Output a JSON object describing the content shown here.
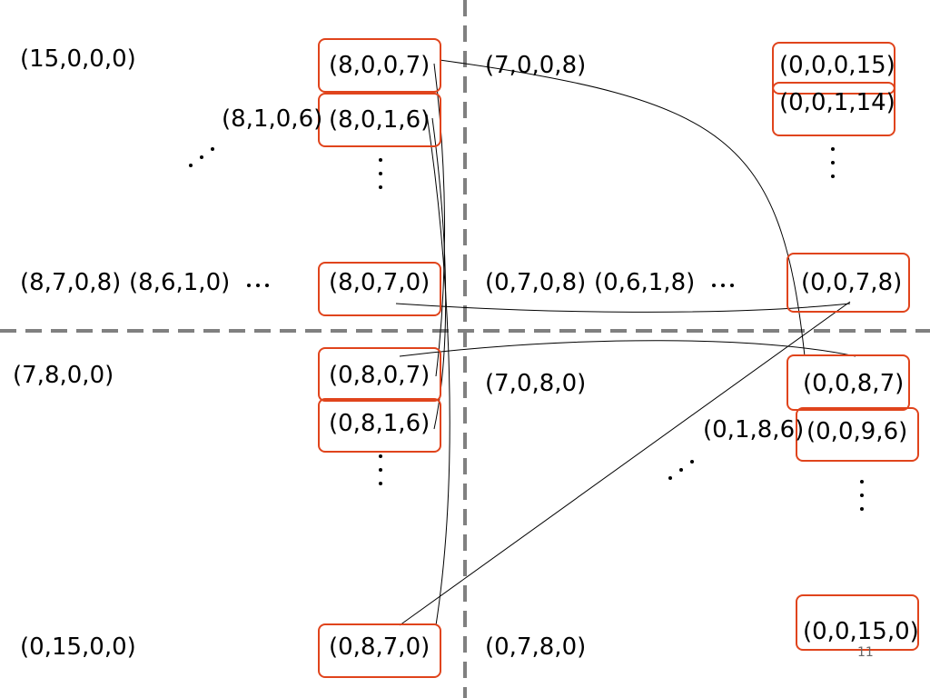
{
  "labels": {
    "q1_corner": "(15,0,0,0)",
    "q1_top": "(8,0,0,7)",
    "q1_second": "(8,0,1,6)",
    "q1_side": "(8,1,0,6)",
    "q1_mid": "(8,0,7,0)",
    "q1_row_a": "(8,7,0,8)",
    "q1_row_b": "(8,6,1,0)",
    "q2_corner": "(7,0,0,8)",
    "q2_top": "(0,0,0,15)",
    "q2_second": "(0,0,1,14)",
    "q2_row_a": "(0,7,0,8)",
    "q2_row_b": "(0,6,1,8)",
    "q2_mid": "(0,0,7,8)",
    "q3_corner": "(7,8,0,0)",
    "q3_top": "(0,8,0,7)",
    "q3_second": "(0,8,1,6)",
    "q3_bottom_corner": "(0,15,0,0)",
    "q3_bottom": "(0,8,7,0)",
    "q4_corner": "(7,0,8,0)",
    "q4_top": "(0,0,8,7)",
    "q4_side": "(0,1,8,6)",
    "q4_second": "(0,0,9,6)",
    "q4_bottom_corner": "(0,7,8,0)",
    "q4_bottom": "(0,0,15,0)"
  },
  "page_number": "11",
  "colors": {
    "highlight_box": "#e0441c",
    "divider": "#808080",
    "connector": "#000000"
  }
}
